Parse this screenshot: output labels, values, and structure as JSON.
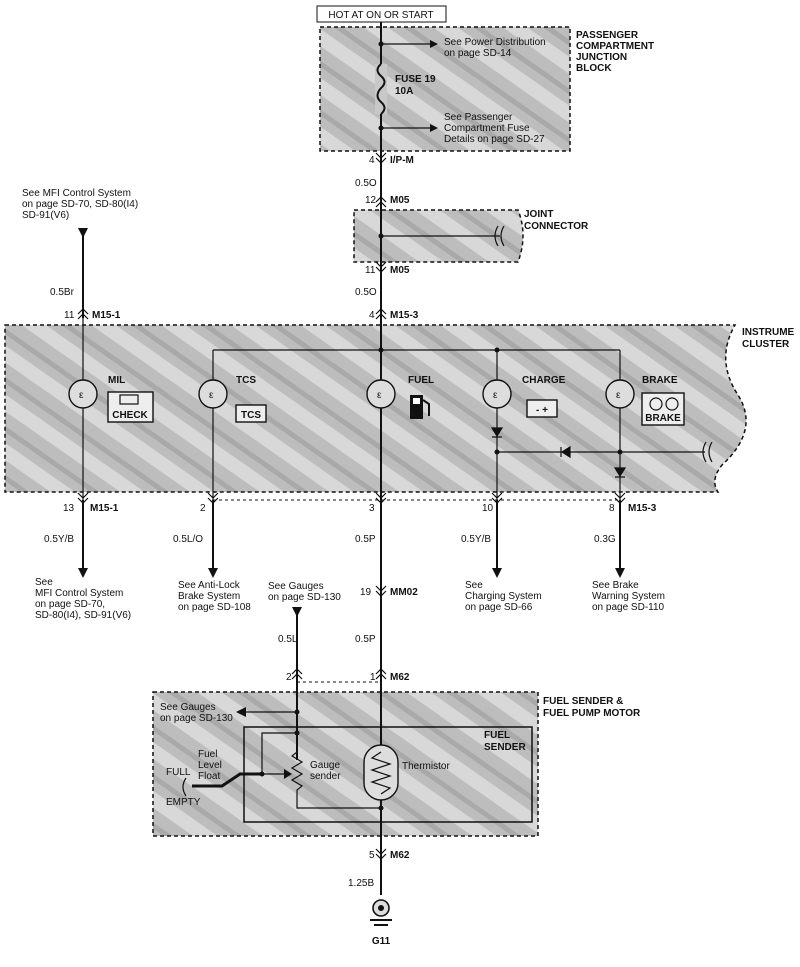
{
  "supply": {
    "label": "HOT AT ON OR START"
  },
  "junction_block": {
    "title_lines": [
      "PASSENGER",
      "COMPARTMENT",
      "JUNCTION",
      "BLOCK"
    ],
    "ref1": [
      "See Power Distribution",
      "on page SD-14"
    ],
    "fuse_name": "FUSE 19",
    "fuse_rating": "10A",
    "ref2": [
      "See Passenger",
      "Compartment Fuse",
      "Details on page SD-27"
    ]
  },
  "main_wire": {
    "pin_ipm": "4",
    "conn_ipm": "I/P-M",
    "wire1": "0.5O",
    "pin_m05_in": "12",
    "conn_m05_in": "M05",
    "pin_m05_out": "11",
    "conn_m05_out": "M05",
    "wire2": "0.5O",
    "pin_m153_in": "4",
    "conn_m153_in": "M15-3"
  },
  "joint_connector": {
    "title_lines": [
      "JOINT",
      "CONNECTOR"
    ]
  },
  "mfi_top": {
    "ref": [
      "See MFI Control System",
      "on page SD-70, SD-80(I4)",
      "SD-91(V6)"
    ],
    "wire": "0.5Br",
    "pin": "11",
    "conn": "M15-1"
  },
  "instrument_cluster": {
    "title_lines": [
      "INSTRUME",
      "CLUSTER"
    ],
    "indicators": [
      {
        "name": "MIL",
        "badge": "CHECK"
      },
      {
        "name": "TCS",
        "badge": "TCS"
      },
      {
        "name": "FUEL",
        "badge": ""
      },
      {
        "name": "CHARGE",
        "badge": "- +"
      },
      {
        "name": "BRAKE",
        "badge": "BRAKE"
      }
    ]
  },
  "outputs": [
    {
      "pin": "13",
      "conn": "M15-1",
      "wire": "0.5Y/B",
      "ref": [
        "See",
        "MFI Control System",
        "on page SD-70,",
        "SD-80(I4), SD-91(V6)"
      ]
    },
    {
      "pin": "2",
      "conn": "",
      "wire": "0.5L/O",
      "ref": [
        "See Anti-Lock",
        "Brake System",
        "on page SD-108"
      ]
    },
    {
      "pin": "3",
      "conn": "",
      "wire": "0.5P",
      "ref": []
    },
    {
      "pin": "10",
      "conn": "",
      "wire": "0.5Y/B",
      "ref": [
        "See",
        "Charging System",
        "on page SD-66"
      ]
    },
    {
      "pin": "8",
      "conn": "M15-3",
      "wire": "0.3G",
      "ref": [
        "See Brake",
        "Warning System",
        "on page SD-110"
      ]
    }
  ],
  "fuel_path": {
    "pin_mm02": "19",
    "conn_mm02": "MM02",
    "gauges_ref": [
      "See Gauges",
      "on page SD-130"
    ],
    "wire_gauge": "0.5L",
    "wire_fuel": "0.5P",
    "pin_m62_a": "2",
    "pin_m62_b": "1",
    "conn_m62": "M62"
  },
  "fuel_sender": {
    "title_lines": [
      "FUEL SENDER &",
      "FUEL PUMP MOTOR"
    ],
    "box_title": [
      "FUEL",
      "SENDER"
    ],
    "gauges_ref": [
      "See Gauges",
      "on page SD-130"
    ],
    "float_lines": [
      "Fuel",
      "Level",
      "Float"
    ],
    "full": "FULL",
    "empty": "EMPTY",
    "gauge_sender": [
      "Gauge",
      "sender"
    ],
    "thermistor": "Thermistor"
  },
  "ground": {
    "pin": "5",
    "conn": "M62",
    "wire": "1.25B",
    "name": "G11"
  },
  "colors": {
    "ink": "#111111",
    "hatch_base": "#b8b8b8",
    "hatch_light": "#d9d9d9"
  }
}
